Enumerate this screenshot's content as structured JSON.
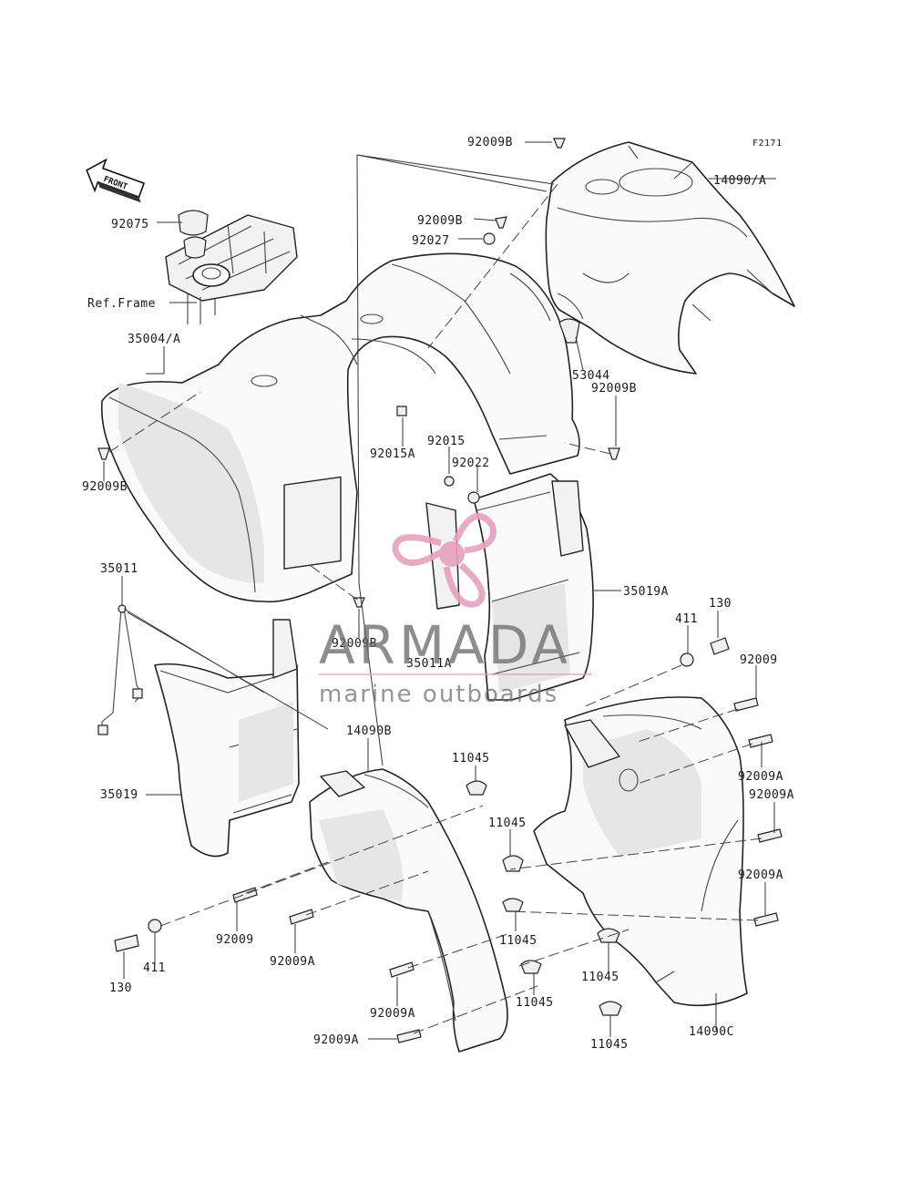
{
  "figure_id": "F2171",
  "front_marker": "FRONT",
  "watermark": {
    "brand": "ARMADA",
    "tagline": "marine outboards",
    "colors": {
      "logo": "#e7a1bd",
      "text": "#6b6b6b"
    }
  },
  "callouts": {
    "c_92009B_top": "92009B",
    "c_14090A": "14090/A",
    "c_92075": "92075",
    "c_92009B_mid": "92009B",
    "c_92027": "92027",
    "c_refframe": "Ref.Frame",
    "c_35004A": "35004/A",
    "c_53044": "53044",
    "c_92009B_right": "92009B",
    "c_92015A": "92015A",
    "c_92015": "92015",
    "c_92022": "92022",
    "c_92009B_left": "92009B",
    "c_35011": "35011",
    "c_35019A": "35019A",
    "c_411_r": "411",
    "c_130_r": "130",
    "c_92009_r": "92009",
    "c_92009B_bot": "92009B",
    "c_35011A": "35011A",
    "c_92009A_r1": "92009A",
    "c_14090B": "14090B",
    "c_11045_a": "11045",
    "c_92009A_r2": "92009A",
    "c_35019": "35019",
    "c_11045_b": "11045",
    "c_92009A_r3": "92009A",
    "c_92009_l": "92009",
    "c_11045_c": "11045",
    "c_130_l": "130",
    "c_411_l": "411",
    "c_92009A_l1": "92009A",
    "c_11045_d": "11045",
    "c_11045_e": "11045",
    "c_92009A_l2": "92009A",
    "c_92009A_l3": "92009A",
    "c_11045_f": "11045",
    "c_14090C": "14090C"
  }
}
